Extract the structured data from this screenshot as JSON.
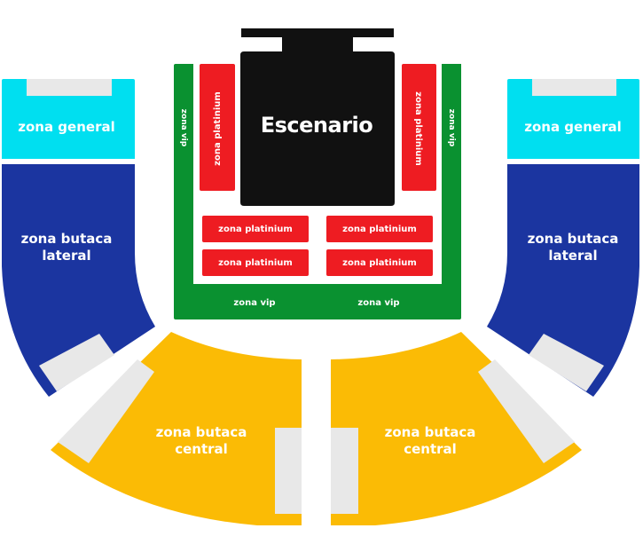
{
  "stage": {
    "label": "Escenario"
  },
  "zones": {
    "general": "zona general",
    "butaca_lateral": [
      "zona butaca",
      "lateral"
    ],
    "butaca_central": [
      "zona butaca",
      "central"
    ],
    "vip": "zona vip",
    "platinium": "zona platinium"
  },
  "colors": {
    "general": "#00dff0",
    "butaca_lateral": "#1b35a0",
    "butaca_central": "#fbbb05",
    "vip": "#0a9130",
    "platinium": "#ee1c22",
    "stage": "#111111",
    "aisle": "#e8e8e8"
  }
}
